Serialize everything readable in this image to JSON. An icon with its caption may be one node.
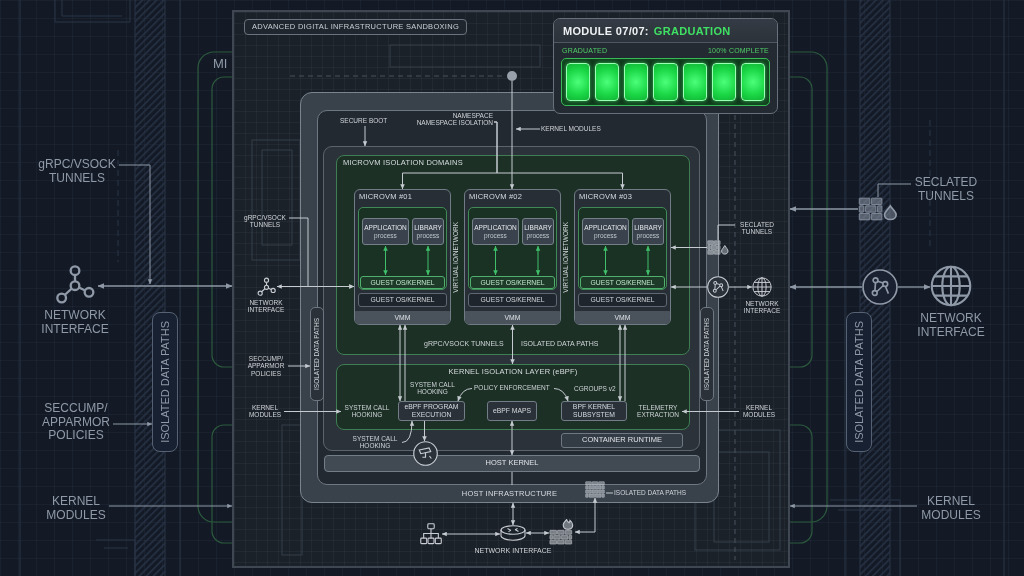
{
  "diagram": {
    "nodes": [
      {
        "text": [
          "ADVANCED DIGITAL INFRASTRUCTURE SANDBOXING"
        ]
      },
      {
        "text": [
          "MODULE 07/07:",
          "GRADUATION",
          "GRADUATED",
          "100% COMPLETE"
        ],
        "in": 0
      },
      {
        "text": [
          "HOST INFRASTRUCTURE"
        ],
        "in": 0
      },
      {
        "text": [],
        "shape": "box",
        "in": 2
      },
      {
        "text": [],
        "shape": "box",
        "in": 3
      },
      {
        "text": [
          "MICROVM ISOLATION DOMAINS"
        ],
        "in": 4
      },
      {
        "text": [
          "MICROVM #01"
        ],
        "in": 5
      },
      {
        "text": [
          "APPLICATION",
          "process"
        ],
        "in": 6
      },
      {
        "text": [
          "LIBRARY",
          "process"
        ],
        "in": 6
      },
      {
        "text": [
          "GUEST OS/KERNEL"
        ],
        "in": 6
      },
      {
        "text": [
          "GUEST OS/KERNEL"
        ],
        "in": 6
      },
      {
        "text": [
          "VMM"
        ],
        "in": 6
      },
      {
        "text": [
          "MICROVM #02"
        ],
        "in": 5
      },
      {
        "text": [
          "APPLICATION",
          "process"
        ],
        "in": 12
      },
      {
        "text": [
          "LIBRARY",
          "process"
        ],
        "in": 12
      },
      {
        "text": [
          "GUEST OS/KERNEL"
        ],
        "in": 12
      },
      {
        "text": [
          "GUEST OS/KERNEL"
        ],
        "in": 12
      },
      {
        "text": [
          "VMM"
        ],
        "in": 12
      },
      {
        "text": [
          "MICROVM #03"
        ],
        "in": 5
      },
      {
        "text": [
          "APPLICATION",
          "process"
        ],
        "in": 18
      },
      {
        "text": [
          "LIBRARY",
          "process"
        ],
        "in": 18
      },
      {
        "text": [
          "GUEST OS/KERNEL"
        ],
        "in": 18
      },
      {
        "text": [
          "GUEST OS/KERNEL"
        ],
        "in": 18
      },
      {
        "text": [
          "VMM"
        ],
        "in": 18
      },
      {
        "text": [
          "KERNEL ISOLATION LAYER (eBPF)"
        ],
        "in": 4
      },
      {
        "text": [
          "POLICY ENFORCEMENT"
        ],
        "in": 24
      },
      {
        "text": [
          "SYSTEM CALL HOOKING"
        ],
        "in": 24
      },
      {
        "text": [
          "eBPF PROGRAM EXECUTION"
        ],
        "in": 24
      },
      {
        "text": [
          "eBPF MAPS"
        ],
        "in": 24
      },
      {
        "text": [
          "BPF KERNEL SUBSYSTEM"
        ],
        "in": 24
      },
      {
        "text": [
          "TELEMETRY EXTRACTION"
        ],
        "in": 24
      },
      {
        "text": [
          "CONTAINER RUNTIME"
        ],
        "in": 4
      },
      {
        "text": [
          "SYSTEM CALL HOOKING"
        ],
        "in": 4
      },
      {
        "text": [
          "HOST KERNEL"
        ],
        "in": 3
      },
      {
        "text": [],
        "shape": "circle",
        "in": 3
      },
      {
        "text": [
          "SECURE BOOT"
        ],
        "in": 3
      },
      {
        "text": [
          "NAMESPACE NAMESPACE ISOLATION"
        ],
        "in": 3
      },
      {
        "text": [
          "KERNEL MODULES"
        ],
        "in": 3
      },
      {
        "text": [],
        "shape": "circle",
        "in": 0
      },
      {
        "text": [
          "gRPC/VSOCK TUNNELS"
        ],
        "in": 0
      },
      {
        "text": [],
        "shape": "picture",
        "beside": [
          "NETWORK INTERFACE"
        ],
        "in": 0
      },
      {
        "text": [
          "ISOLATED DATA PATHS"
        ],
        "in": 2
      },
      {
        "text": [
          "SECCUMP/ APPARMOR POLICIES"
        ],
        "in": 0
      },
      {
        "text": [
          "KERNEL MODULES"
        ],
        "in": 0
      },
      {
        "text": [
          "SECLATED TUNNELS"
        ],
        "in": 0
      },
      {
        "text": [],
        "shape": "picture",
        "in": 0
      },
      {
        "text": [],
        "shape": "circle",
        "in": 0
      },
      {
        "text": [],
        "shape": "picture",
        "beside": [
          "NETWORK INTERFACE"
        ],
        "in": 0
      },
      {
        "text": [
          "ISOLATED DATA PATHS"
        ],
        "in": 2
      },
      {
        "text": [
          "KERNEL MODULES"
        ],
        "in": 0
      },
      {
        "text": [],
        "shape": "picture",
        "in": 2
      },
      {
        "text": [
          "ISOLATED DATA PATHS"
        ],
        "in": 2
      },
      {
        "text": [],
        "shape": "picture",
        "beside": [
          "NETWORK INTERFACE"
        ],
        "in": 0
      },
      {
        "text": [],
        "shape": "picture",
        "in": 0
      },
      {
        "text": [],
        "shape": "picture",
        "in": 0
      },
      {
        "text": [
          "gRPC/VSOCK TUNNELS"
        ]
      },
      {
        "text": [],
        "shape": "picture",
        "beside": [
          "NETWORK INTERFACE"
        ]
      },
      {
        "text": [
          "ISOLATED DATA PATHS"
        ]
      },
      {
        "text": [
          "SECCUMP/ APPARMOR POLICIES"
        ]
      },
      {
        "text": [
          "KERNEL MODULES"
        ]
      },
      {
        "text": [
          "SECLATED TUNNELS"
        ]
      },
      {
        "text": [],
        "shape": "picture"
      },
      {
        "text": [],
        "shape": "circle"
      },
      {
        "text": [],
        "shape": "picture",
        "beside": [
          "NETWORK INTERFACE"
        ]
      },
      {
        "text": [
          "ISOLATED DATA PATHS"
        ]
      },
      {
        "text": [
          "KERNEL MODULES"
        ]
      }
    ],
    "edges": [
      {
        "from": 38,
        "to": 12,
        "arrow": "to"
      },
      {
        "from": 36,
        "to": 6,
        "arrow": "to"
      },
      {
        "from": 36,
        "to": 18,
        "arrow": "to"
      },
      {
        "from": 35,
        "to": 4,
        "arrow": "to"
      },
      {
        "from": 37,
        "to": null,
        "arrow": "to"
      },
      {
        "from": 7,
        "to": 9,
        "arrow": "both",
        "color": "#3fbf6a"
      },
      {
        "from": 8,
        "to": 9,
        "arrow": "both",
        "color": "#3fbf6a"
      },
      {
        "from": 13,
        "to": 15,
        "arrow": "both",
        "color": "#3fbf6a"
      },
      {
        "from": 14,
        "to": 15,
        "arrow": "both",
        "color": "#3fbf6a"
      },
      {
        "from": 19,
        "to": 21,
        "arrow": "both",
        "color": "#3fbf6a"
      },
      {
        "from": 20,
        "to": 21,
        "arrow": "both",
        "color": "#3fbf6a"
      },
      {
        "from": 6,
        "to": 27,
        "arrow": "both"
      },
      {
        "from": 27,
        "to": 6,
        "arrow": "to"
      },
      {
        "from": 12,
        "to": 24,
        "arrow": "both"
      },
      {
        "from": 18,
        "to": 29,
        "arrow": "both"
      },
      {
        "from": 29,
        "to": 18,
        "arrow": "to"
      },
      {
        "from": 25,
        "to": 27,
        "arrow": "to"
      },
      {
        "from": 25,
        "to": 29,
        "arrow": "to"
      },
      {
        "from": 43,
        "to": 26,
        "arrow": "to"
      },
      {
        "from": 49,
        "to": 30,
        "arrow": "to"
      },
      {
        "from": 32,
        "to": 27,
        "arrow": "to"
      },
      {
        "from": 27,
        "to": 34,
        "arrow": "to"
      },
      {
        "from": 28,
        "to": 33,
        "arrow": "both"
      },
      {
        "from": 33,
        "to": 3,
        "arrow": "none"
      },
      {
        "from": 40,
        "to": 6,
        "arrow": "both"
      },
      {
        "from": 39,
        "to": 6,
        "arrow": "to"
      },
      {
        "from": 42,
        "to": 41,
        "arrow": "to"
      },
      {
        "from": 44,
        "to": 45,
        "arrow": "none"
      },
      {
        "from": 45,
        "to": 18,
        "arrow": "to"
      },
      {
        "from": 46,
        "to": 18,
        "arrow": "to"
      },
      {
        "from": 46,
        "to": 47,
        "arrow": "to"
      },
      {
        "from": 2,
        "to": 52,
        "arrow": "both"
      },
      {
        "from": 53,
        "to": 52,
        "arrow": "both"
      },
      {
        "from": 52,
        "to": 54,
        "arrow": "both"
      },
      {
        "from": 54,
        "to": 50,
        "arrow": "both"
      },
      {
        "from": 51,
        "to": 50,
        "arrow": "none"
      },
      {
        "from": 55,
        "to": null,
        "arrow": "to",
        "color": "#8e98a6"
      },
      {
        "from": 56,
        "to": 0,
        "arrow": "both",
        "color": "#8e98a6"
      },
      {
        "from": 58,
        "to": 57,
        "arrow": "to",
        "color": "#8e98a6"
      },
      {
        "from": 59,
        "to": 0,
        "arrow": "to",
        "color": "#8e98a6"
      },
      {
        "from": 60,
        "to": 61,
        "arrow": "none",
        "color": "#8e98a6"
      },
      {
        "from": 61,
        "to": 0,
        "arrow": "to",
        "color": "#8e98a6"
      },
      {
        "from": 62,
        "to": 0,
        "arrow": "to",
        "color": "#8e98a6"
      },
      {
        "from": 62,
        "to": 63,
        "arrow": "to",
        "color": "#8e98a6"
      },
      {
        "from": 65,
        "to": 0,
        "arrow": "to",
        "color": "#8e98a6"
      }
    ],
    "labels": [
      "MI",
      "VIRTUAL IO/NETWORK",
      "VIRTUAL IO/NETWORK",
      "gRPC/VSOCK TUNNELS",
      "ISOLATED DATA PATHS",
      "SYSTEM CALL HOOKING",
      "CGROUPS v2"
    ]
  }
}
